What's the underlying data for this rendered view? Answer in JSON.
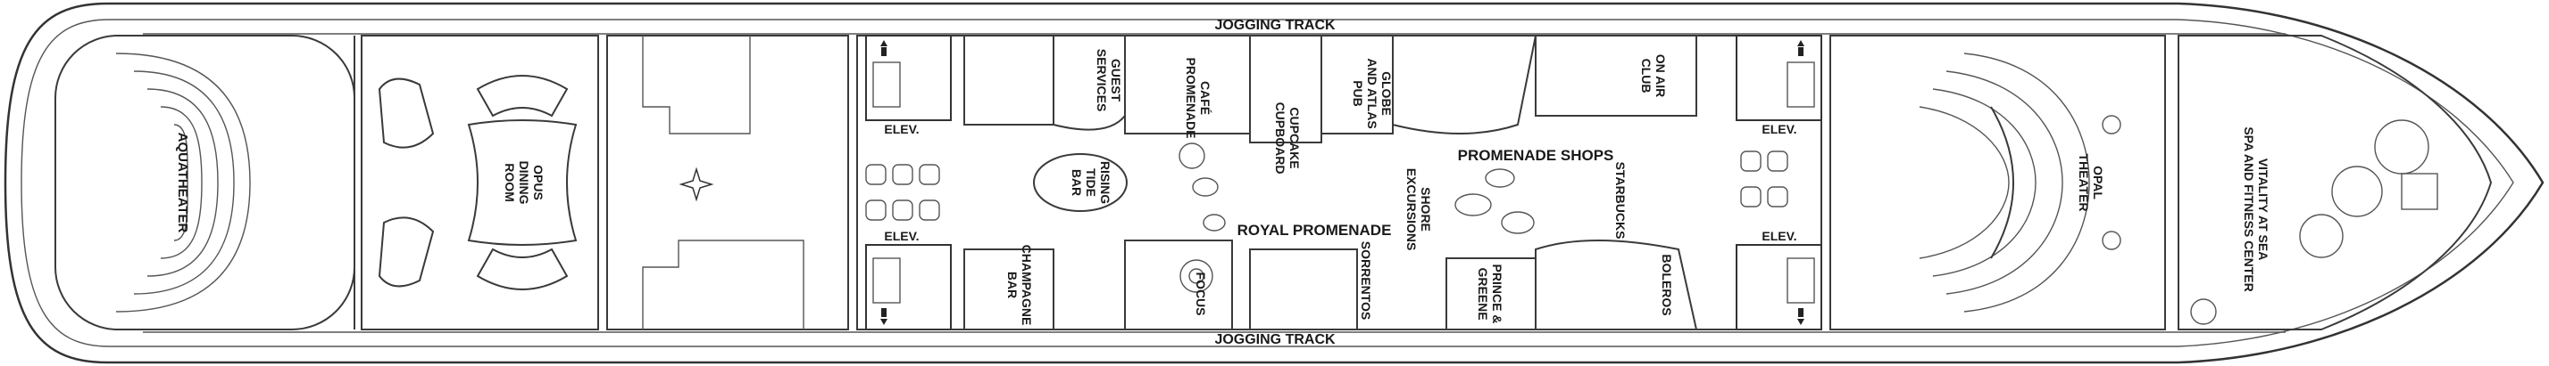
{
  "deck_plan": {
    "jogging_track_top": "JOGGING TRACK",
    "jogging_track_bottom": "JOGGING TRACK",
    "venues": {
      "aquatheater": "AQUATHEATER",
      "opus_line1": "OPUS",
      "opus_line2": "DINING",
      "opus_line3": "ROOM",
      "guest_line1": "GUEST",
      "guest_line2": "SERVICES",
      "cafe_line1": "CAFÉ",
      "cafe_line2": "PROMENADE",
      "cupcake_line1": "CUPCAKE",
      "cupcake_line2": "CUPBOARD",
      "globe_line1": "GLOBE",
      "globe_line2": "AND ATLAS",
      "globe_line3": "PUB",
      "onair_line1": "ON AIR",
      "onair_line2": "CLUB",
      "rising_line1": "RISING",
      "rising_line2": "TIDE",
      "rising_line3": "BAR",
      "royal_promenade": "ROYAL PROMENADE",
      "shore_line1": "SHORE",
      "shore_line2": "EXCURSIONS",
      "promenade_shops": "PROMENADE SHOPS",
      "starbucks": "STARBUCKS",
      "champagne_line1": "CHAMPAGNE",
      "champagne_line2": "BAR",
      "focus": "FOCUS",
      "sorrentos": "SORRENTOS",
      "prince_line1": "PRINCE &",
      "prince_line2": "GREENE",
      "boleros": "BOLEROS",
      "opal_line1": "OPAL",
      "opal_line2": "THEATER",
      "vitality_line1": "VITALITY AT SEA",
      "vitality_line2": "SPA AND FITNESS CENTER"
    },
    "elevators": {
      "elev_1": "ELEV.",
      "elev_2": "ELEV.",
      "elev_3": "ELEV.",
      "elev_4": "ELEV."
    },
    "icons": [
      "elevator-icon",
      "compass-star-icon",
      "staircase-icon"
    ]
  }
}
